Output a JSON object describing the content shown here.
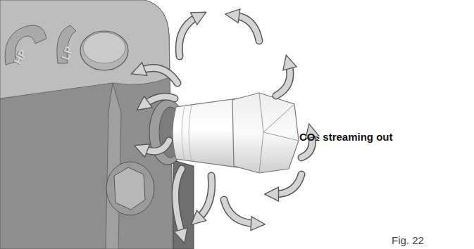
{
  "diagram": {
    "caption": "Fig. 22",
    "labels": [
      "HP",
      "LP",
      "CO₂ streaming out"
    ]
  }
}
